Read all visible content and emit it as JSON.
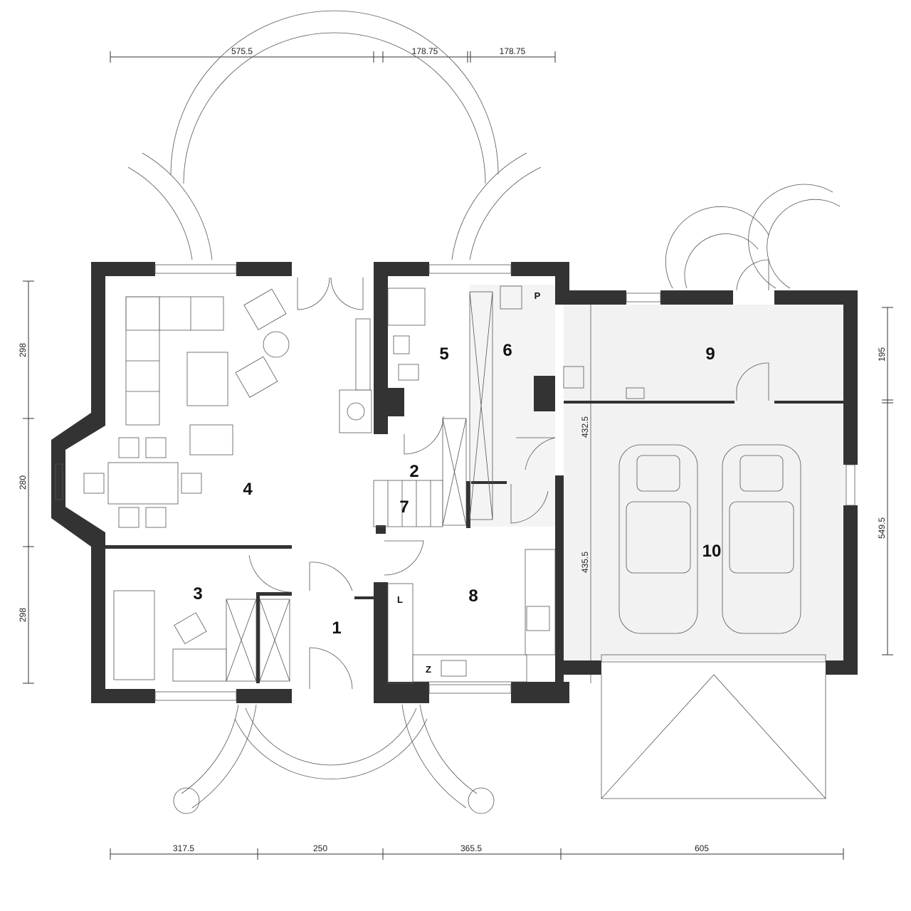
{
  "dimensions": {
    "top": [
      "575.5",
      "178.75",
      "178.75"
    ],
    "bottom": [
      "317.5",
      "250",
      "365.5",
      "605"
    ],
    "left": [
      "298",
      "280",
      "298"
    ],
    "right": [
      "195",
      "549.5"
    ],
    "inner_garage": [
      "432.5",
      "435.5"
    ]
  },
  "rooms": [
    "1",
    "2",
    "3",
    "4",
    "5",
    "6",
    "7",
    "8",
    "9",
    "10"
  ],
  "fixture_labels": {
    "pantry": "P",
    "laundry": "L",
    "fridge": "Z"
  },
  "colors": {
    "wall": "#333333",
    "garage_floor": "#f2f2f2"
  }
}
